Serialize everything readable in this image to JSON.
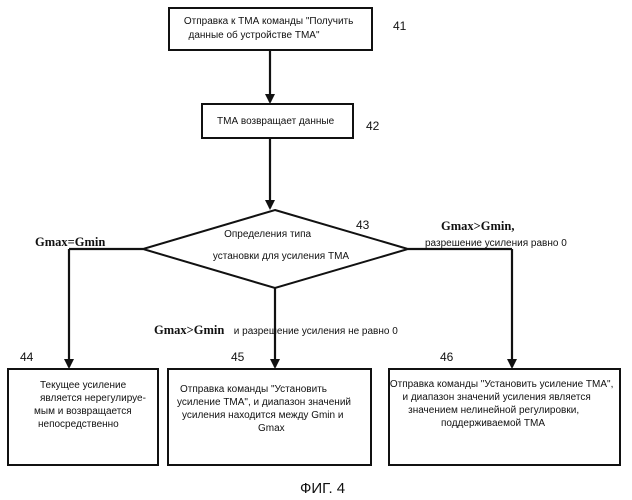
{
  "figure": {
    "caption": "ФИГ. 4"
  },
  "steps": {
    "s41": {
      "number": "41",
      "lines": [
        "Отправка к ТМА команды \"Получить",
        "данные об устройстве ТМА\""
      ]
    },
    "s42": {
      "number": "42",
      "lines": [
        "ТМА  возвращает данные"
      ]
    },
    "s43": {
      "number": "43",
      "lines": [
        "Определения типа",
        "установки для усиления ТМА"
      ]
    },
    "s44": {
      "number": "44",
      "lines": [
        "Текущее усиление",
        "является нерегулируе-",
        "мым и возвращается",
        "непосредственно"
      ]
    },
    "s45": {
      "number": "45",
      "lines": [
        "Отправка команды \"Установить",
        "усиление ТМА\",  и диапазон значений",
        "усиления находится между Gmin  и",
        "Gmax"
      ]
    },
    "s46": {
      "number": "46",
      "lines": [
        "Отправка команды \"Установить усиление ТМА\",",
        "и диапазон значений усиления является",
        "значением нелинейной регулировки,",
        "поддерживаемой  ТМА"
      ]
    }
  },
  "branches": {
    "left": {
      "condition": "Gmax=Gmin"
    },
    "middle": {
      "condition_bold": "Gmax>Gmin",
      "condition_rest": "и  разрешение  усиления  не равно  0"
    },
    "right": {
      "condition_bold": "Gmax>Gmin,",
      "condition_rest": "разрешение  усиления  равно  0"
    }
  }
}
